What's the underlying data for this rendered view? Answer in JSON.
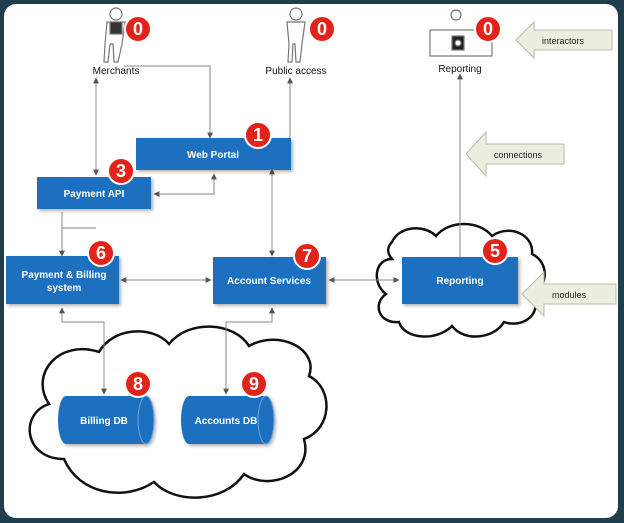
{
  "actors": [
    {
      "label": "Merchants",
      "badge": "0"
    },
    {
      "label": "Public access",
      "badge": "0"
    },
    {
      "label": "Reporting",
      "badge": "0"
    }
  ],
  "modules": {
    "web_portal": {
      "label": "Web Portal",
      "badge": "1"
    },
    "payment_api": {
      "label": "Payment API",
      "badge": "3"
    },
    "payment_billing": {
      "label_line1": "Payment & Billing",
      "label_line2": "system",
      "badge": "6"
    },
    "account_services": {
      "label": "Account Services",
      "badge": "7"
    },
    "reporting": {
      "label": "Reporting",
      "badge": "5"
    },
    "billing_db": {
      "label": "Billing DB",
      "badge": "8"
    },
    "accounts_db": {
      "label": "Accounts DB",
      "badge": "9"
    }
  },
  "legend": {
    "interactors": "interactors",
    "connections": "connections",
    "modules": "modules"
  },
  "colors": {
    "box_fill": "#1e6fbf",
    "badge_fill": "#e2231a",
    "frame_bg": "#1f3d4c",
    "arrow_fill": "#eceee0"
  }
}
